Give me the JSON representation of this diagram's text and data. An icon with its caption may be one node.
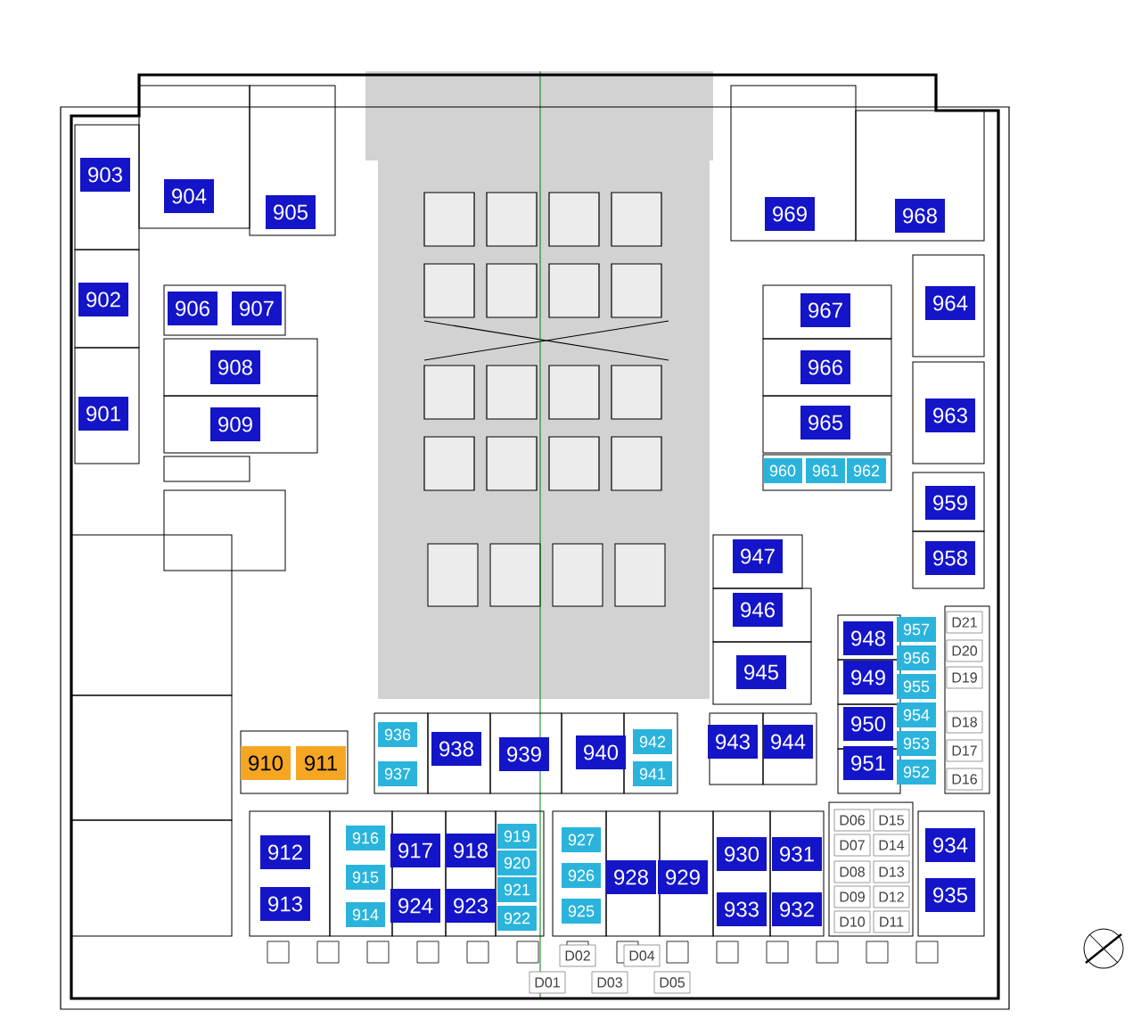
{
  "diagram": {
    "nodes": [
      {
        "text": [
          "903"
        ]
      },
      {
        "text": [
          "904"
        ]
      },
      {
        "text": [
          "905"
        ]
      },
      {
        "text": [
          "969"
        ]
      },
      {
        "text": [
          "968"
        ]
      },
      {
        "text": [
          "902"
        ]
      },
      {
        "text": [
          "906"
        ]
      },
      {
        "text": [
          "907"
        ]
      },
      {
        "text": [
          "967"
        ]
      },
      {
        "text": [
          "964"
        ]
      },
      {
        "text": [
          "908"
        ]
      },
      {
        "text": [
          "966"
        ]
      },
      {
        "text": [
          "901"
        ]
      },
      {
        "text": [
          "909"
        ]
      },
      {
        "text": [
          "965"
        ]
      },
      {
        "text": [
          "963"
        ]
      },
      {
        "text": [
          "960"
        ]
      },
      {
        "text": [
          "961"
        ]
      },
      {
        "text": [
          "962"
        ]
      },
      {
        "text": [
          "959"
        ]
      },
      {
        "text": [
          "947"
        ]
      },
      {
        "text": [
          "958"
        ]
      },
      {
        "text": [
          "946"
        ]
      },
      {
        "text": [
          "D21"
        ]
      },
      {
        "text": [
          "948"
        ]
      },
      {
        "text": [
          "957"
        ]
      },
      {
        "text": [
          "956"
        ]
      },
      {
        "text": [
          "D20"
        ]
      },
      {
        "text": [
          "945"
        ]
      },
      {
        "text": [
          "949"
        ]
      },
      {
        "text": [
          "955"
        ]
      },
      {
        "text": [
          "D19"
        ]
      },
      {
        "text": [
          "954"
        ]
      },
      {
        "text": [
          "950"
        ]
      },
      {
        "text": [
          "D18"
        ]
      },
      {
        "text": [
          "936"
        ]
      },
      {
        "text": [
          "938"
        ]
      },
      {
        "text": [
          "939"
        ]
      },
      {
        "text": [
          "940"
        ]
      },
      {
        "text": [
          "942"
        ]
      },
      {
        "text": [
          "943"
        ]
      },
      {
        "text": [
          "944"
        ]
      },
      {
        "text": [
          "953"
        ]
      },
      {
        "text": [
          "D17"
        ]
      },
      {
        "text": [
          "910"
        ]
      },
      {
        "text": [
          "911"
        ]
      },
      {
        "text": [
          "937"
        ]
      },
      {
        "text": [
          "941"
        ]
      },
      {
        "text": [
          "951"
        ]
      },
      {
        "text": [
          "952"
        ]
      },
      {
        "text": [
          "D16"
        ]
      },
      {
        "text": [
          "D06"
        ]
      },
      {
        "text": [
          "D15"
        ]
      },
      {
        "text": [
          "916"
        ]
      },
      {
        "text": [
          "912"
        ]
      },
      {
        "text": [
          "917"
        ]
      },
      {
        "text": [
          "918"
        ]
      },
      {
        "text": [
          "919"
        ]
      },
      {
        "text": [
          "927"
        ]
      },
      {
        "text": [
          "930"
        ]
      },
      {
        "text": [
          "931"
        ]
      },
      {
        "text": [
          "D07"
        ]
      },
      {
        "text": [
          "D14"
        ]
      },
      {
        "text": [
          "934"
        ]
      },
      {
        "text": [
          "920"
        ]
      },
      {
        "text": [
          "915"
        ]
      },
      {
        "text": [
          "926"
        ]
      },
      {
        "text": [
          "928"
        ]
      },
      {
        "text": [
          "929"
        ]
      },
      {
        "text": [
          "D08"
        ]
      },
      {
        "text": [
          "D13"
        ]
      },
      {
        "text": [
          "921"
        ]
      },
      {
        "text": [
          "913"
        ]
      },
      {
        "text": [
          "924"
        ]
      },
      {
        "text": [
          "923"
        ]
      },
      {
        "text": [
          "925"
        ]
      },
      {
        "text": [
          "933"
        ]
      },
      {
        "text": [
          "932"
        ]
      },
      {
        "text": [
          "D09"
        ]
      },
      {
        "text": [
          "D12"
        ]
      },
      {
        "text": [
          "935"
        ]
      },
      {
        "text": [
          "914"
        ]
      },
      {
        "text": [
          "922"
        ]
      },
      {
        "text": [
          "D10"
        ]
      },
      {
        "text": [
          "D11"
        ]
      },
      {
        "text": [
          "D02"
        ]
      },
      {
        "text": [
          "D04"
        ]
      },
      {
        "text": [
          "D01"
        ]
      },
      {
        "text": [
          "D03"
        ]
      },
      {
        "text": [
          "D05"
        ]
      }
    ]
  }
}
